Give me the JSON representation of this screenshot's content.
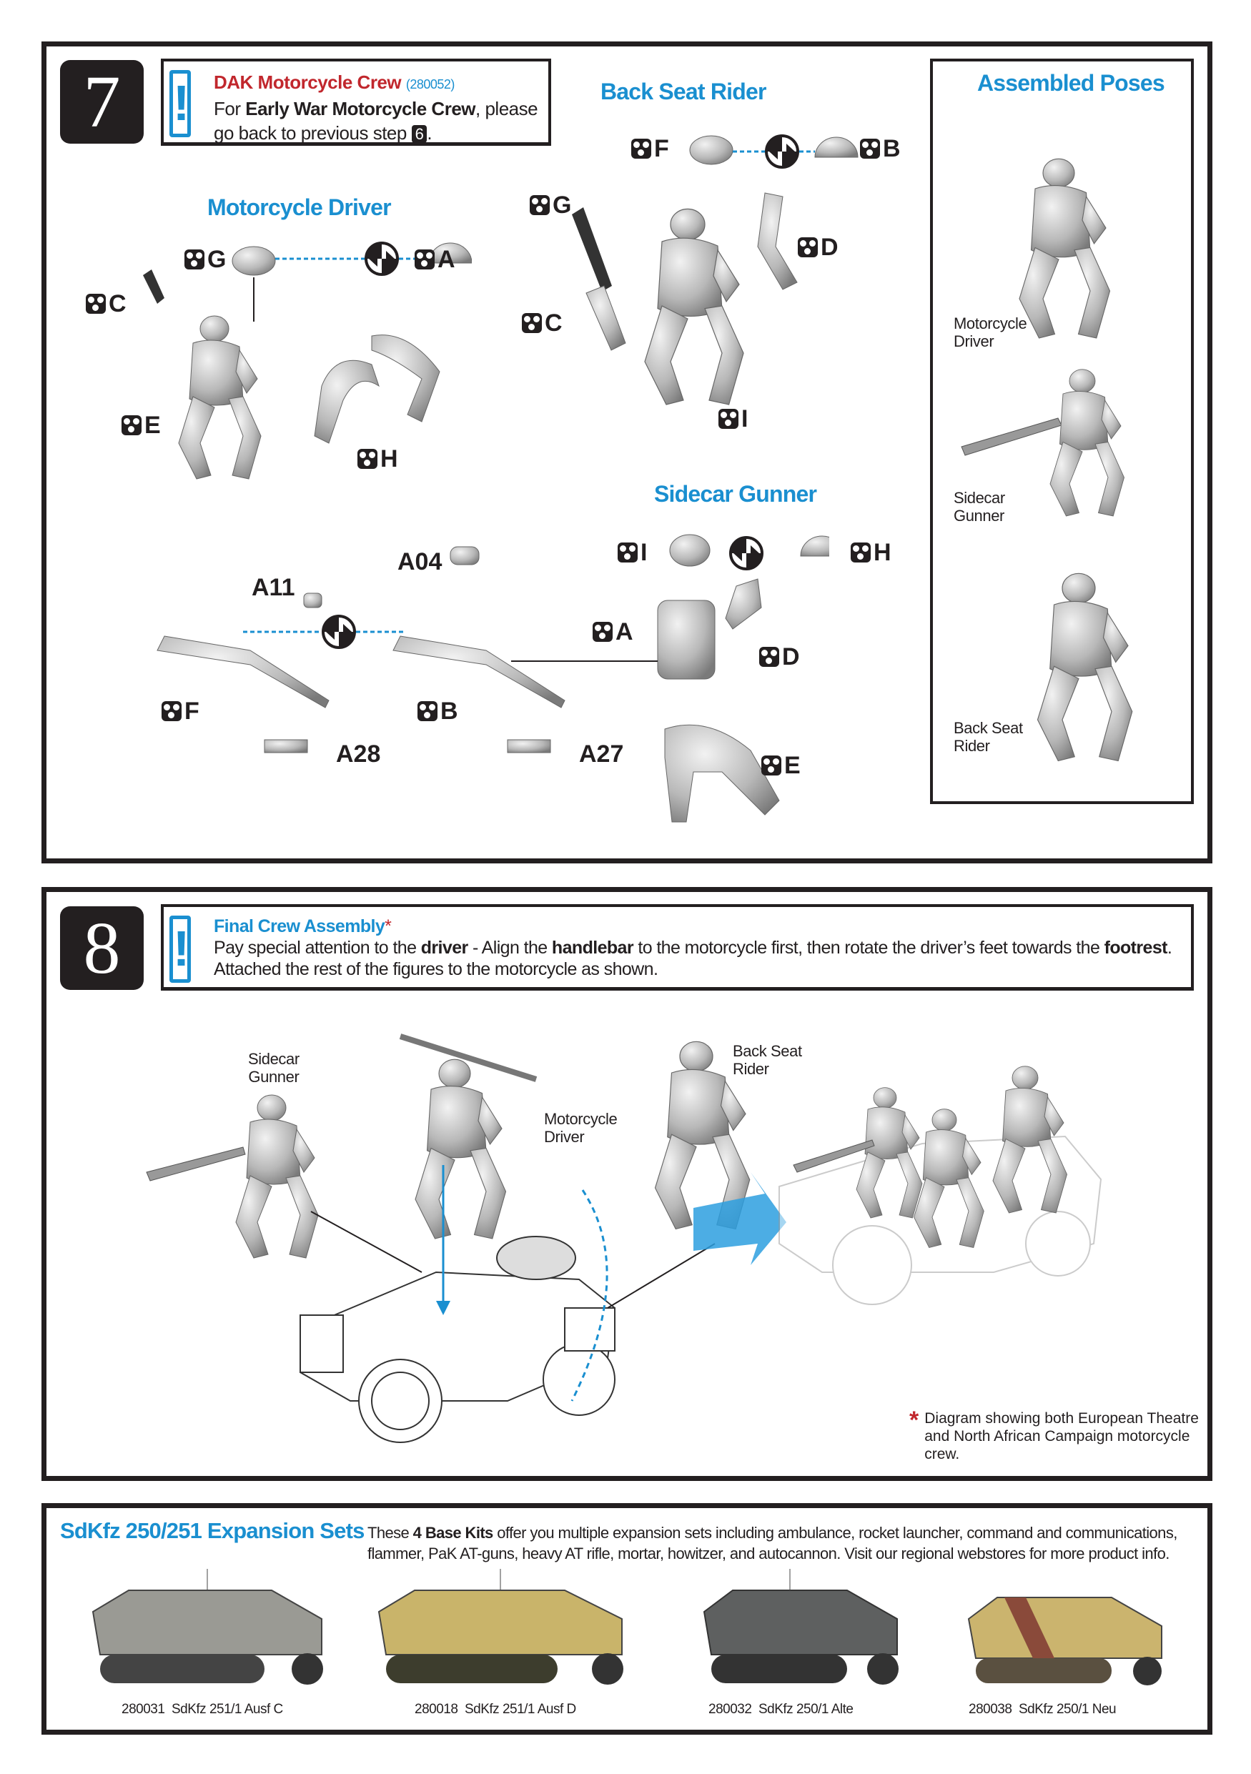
{
  "step7": {
    "number": "7",
    "note": {
      "title": "DAK Motorcycle Crew",
      "code": "(280052)",
      "line1_pre": "For ",
      "line1_bold": "Early War Motorcycle Crew",
      "line1_post": ", please",
      "line2": "go back to previous step",
      "step_ref": "6",
      "line2_end": "."
    },
    "motorcycle_driver": {
      "title": "Motorcycle Driver",
      "parts": [
        "G",
        "A",
        "C",
        "E",
        "H"
      ]
    },
    "back_seat_rider": {
      "title": "Back Seat Rider",
      "parts": [
        "F",
        "B",
        "G",
        "D",
        "C",
        "I"
      ]
    },
    "sidecar_gunner": {
      "title": "Sidecar Gunner",
      "parts": [
        "I",
        "H",
        "A",
        "D",
        "E"
      ],
      "weapon_parts": {
        "a04": "A04",
        "a11": "A11",
        "f": "F",
        "b": "B",
        "a28": "A28",
        "a27": "A27"
      }
    },
    "assembled_poses": {
      "title": "Assembled Poses",
      "poses": [
        {
          "l1": "Motorcycle",
          "l2": "Driver"
        },
        {
          "l1": "Sidecar",
          "l2": "Gunner"
        },
        {
          "l1": "Back Seat",
          "l2": "Rider"
        }
      ]
    }
  },
  "step8": {
    "number": "8",
    "note": {
      "title": "Final Crew Assembly",
      "asterisk": "*",
      "t1": "Pay special attention to the ",
      "b1": "driver",
      "t2": " - Align the ",
      "b2": "handlebar",
      "t3": " to the motorcycle first, then rotate the driver’s feet towards the ",
      "b3": "footrest",
      "t4": ".",
      "line2": "Attached the rest of the figures to the motorcycle as shown."
    },
    "labels": {
      "gunner": {
        "l1": "Sidecar",
        "l2": "Gunner"
      },
      "driver": {
        "l1": "Motorcycle",
        "l2": "Driver"
      },
      "rider": {
        "l1": "Back Seat",
        "l2": "Rider"
      }
    },
    "footnote": {
      "asterisk": "*",
      "text": "Diagram showing both European Theatre and North African Campaign motorcycle crew."
    }
  },
  "expansion": {
    "title": "SdKfz 250/251 Expansion Sets",
    "desc_pre": "These ",
    "desc_bold": "4 Base Kits",
    "desc_post": " offer you multiple expansion sets including ambulance, rocket launcher, command and communications, flammer, PaK AT-guns, heavy AT rifle, mortar, howitzer, and autocannon.  Visit our regional webstores for more product info.",
    "kits": [
      {
        "code": "280031",
        "name": "SdKfz 251/1 Ausf C",
        "color": "#9a9a94"
      },
      {
        "code": "280018",
        "name": "SdKfz 251/1 Ausf D",
        "color": "#c9b46a"
      },
      {
        "code": "280032",
        "name": "SdKfz 250/1 Alte",
        "color": "#5e6060"
      },
      {
        "code": "280038",
        "name": "SdKfz 250/1 Neu",
        "color": "#cbb46e"
      }
    ]
  },
  "colors": {
    "accent_blue": "#1a8fd0",
    "accent_red": "#c1272d",
    "ink": "#231f20"
  }
}
